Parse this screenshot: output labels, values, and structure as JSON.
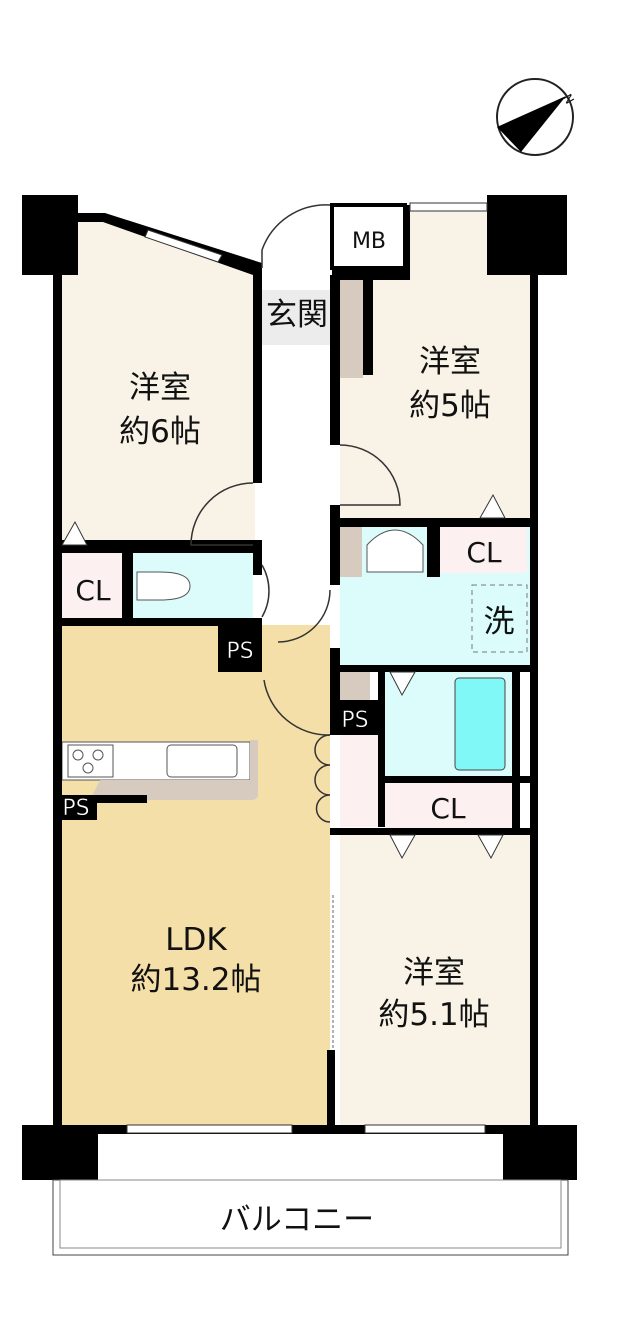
{
  "compass": {
    "label": "N",
    "icon": "north-arrow-icon"
  },
  "rooms": {
    "western_room_1": {
      "name": "洋室",
      "size": "約6帖"
    },
    "western_room_2": {
      "name": "洋室",
      "size": "約5帖"
    },
    "western_room_3": {
      "name": "洋室",
      "size": "約5.1帖"
    },
    "ldk": {
      "name": "LDK",
      "size": "約13.2帖"
    },
    "entrance": {
      "name": "玄関"
    },
    "meter_box": {
      "name": "MB"
    },
    "closet_1": {
      "name": "CL"
    },
    "closet_2": {
      "name": "CL"
    },
    "closet_3": {
      "name": "CL"
    },
    "laundry": {
      "name": "洗"
    },
    "pipe_space_1": {
      "name": "PS"
    },
    "pipe_space_2": {
      "name": "PS"
    },
    "pipe_space_3": {
      "name": "PS"
    },
    "balcony": {
      "name": "バルコニー"
    }
  },
  "colors": {
    "wall": "#000000",
    "western_room": "#f8f3e6",
    "ldk": "#f5dfa8",
    "closet": "#fdf0f0",
    "wet_area": "#dcfcfc",
    "bathtub": "#80f8f8",
    "storage": "#d6cbbe"
  }
}
